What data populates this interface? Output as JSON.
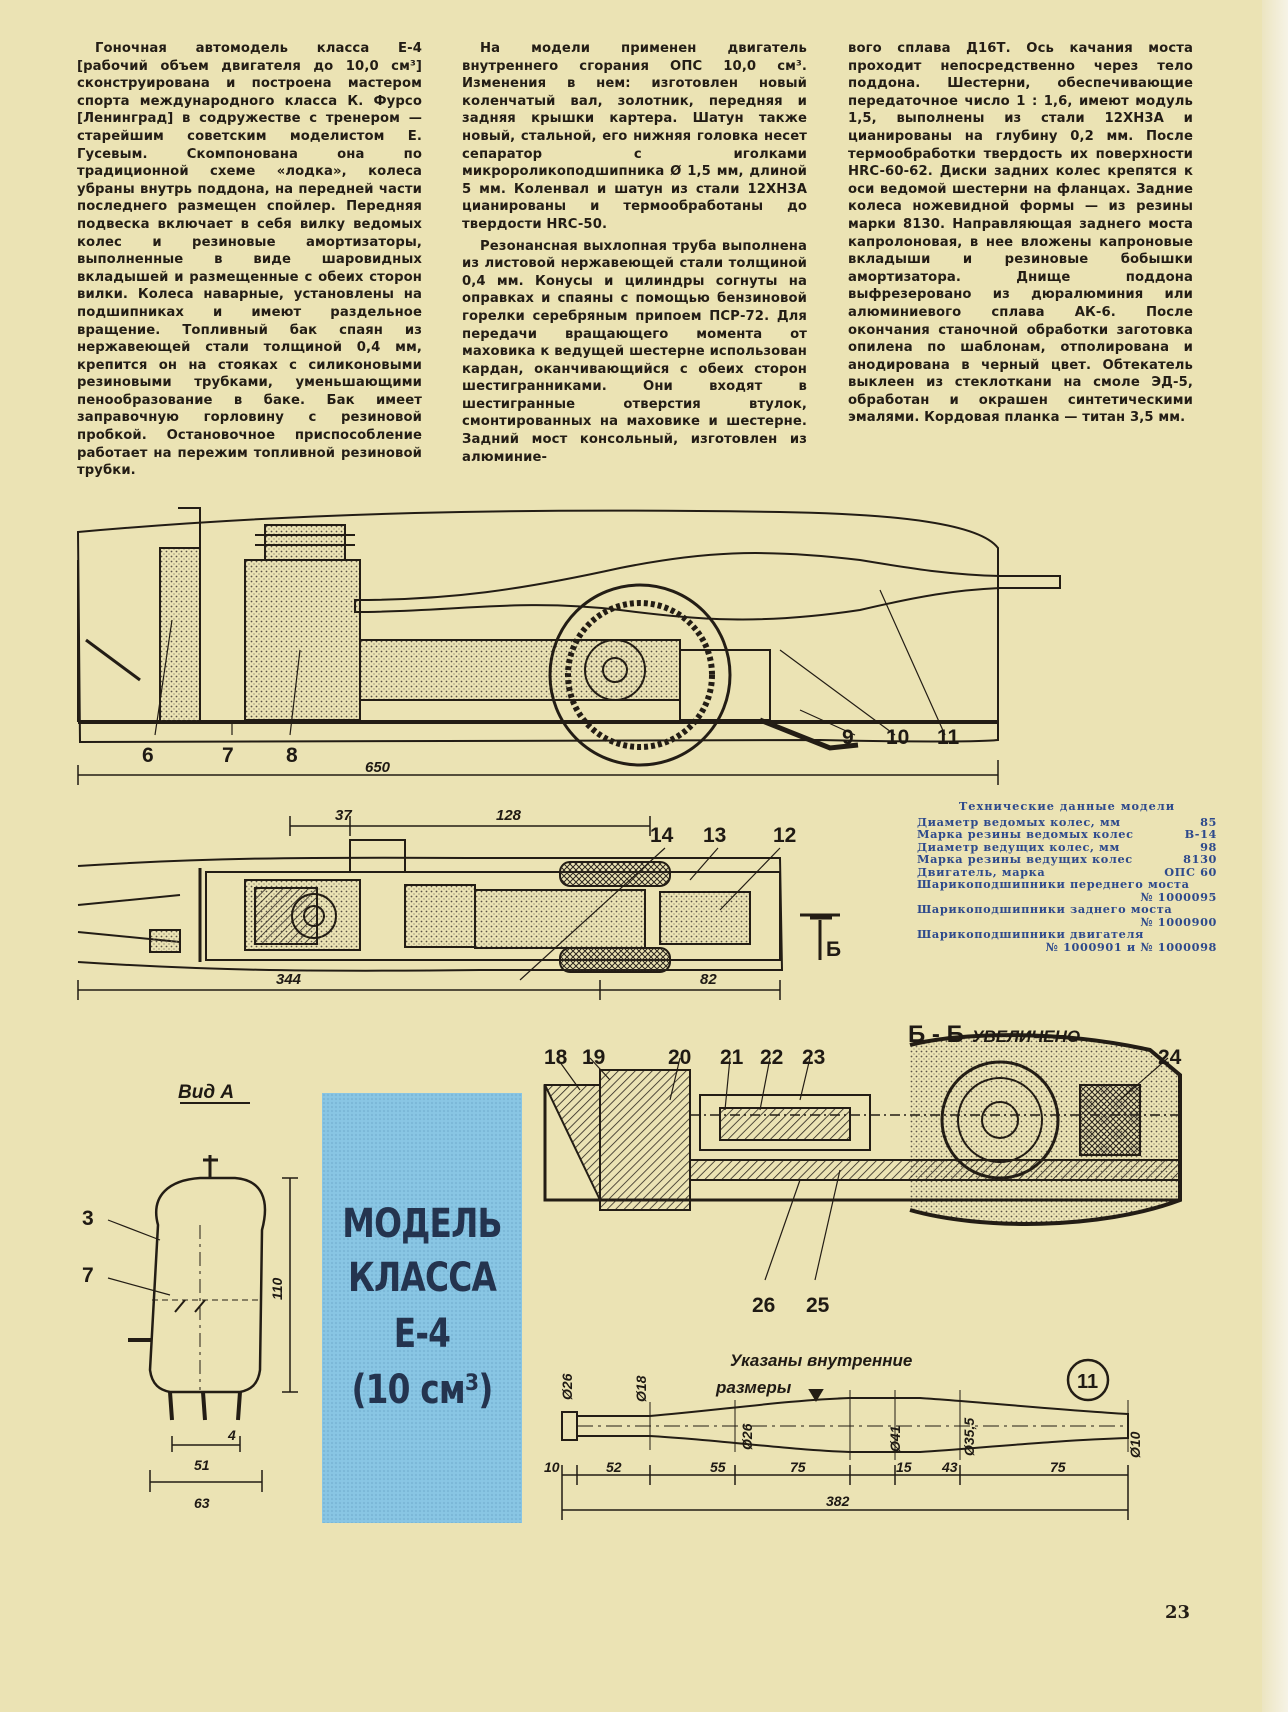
{
  "article": {
    "col1": "Гоночная автомодель класса Е-4 [рабочий объем двигателя до 10,0 см³] сконструирована и построена мастером спорта международного класса К. Фурсо [Ленинград] в содружестве с тренером — старейшим советским моделистом Е. Гусевым. Скомпонована она по традиционной схеме «лодка», колеса убраны внутрь поддона, на передней части последнего размещен спойлер. Передняя подвеска включает в себя вилку ведомых колес и резиновые амортизаторы, выполненные в виде шаровидных вкладышей и размещенные с обеих сторон вилки. Колеса наварные, установлены на подшипниках и имеют раздельное вращение. Топливный бак спаян из нержавеющей стали толщиной 0,4 мм, крепится он на стояках с силиконовыми резиновыми трубками, уменьшающими пенообразование в баке. Бак имеет заправочную горловину с резиновой пробкой. Остановочное приспособление работает на пережим топливной резиновой трубки.",
    "col2_p1": "На модели применен двигатель внутреннего сгорания ОПС 10,0 см³. Изменения в нем: изготовлен новый коленчатый вал, золотник, передняя и задняя крышки картера. Шатун также новый, стальной, его нижняя головка несет сепаратор с иголками микророликоподшипника Ø 1,5 мм, длиной 5 мм. Коленвал и шатун из стали 12ХН3А цианированы и термообработаны до твердости HRC-50.",
    "col2_p2": "Резонансная выхлопная труба выполнена из листовой нержавеющей стали толщиной 0,4 мм. Конусы и цилиндры согнуты на оправках и спаяны с помощью бензиновой горелки серебряным припоем ПСР-72. Для передачи вращающего момента от маховика к ведущей шестерне использован кардан, оканчивающийся с обеих сторон шестигранниками. Они входят в шестигранные отверстия втулок, смонтированных на маховике и шестерне. Задний мост консольный, изготовлен из алюминие-",
    "col3": "вого сплава Д16Т. Ось качания моста проходит непосредственно через тело поддона. Шестерни, обеспечивающие передаточное число 1 : 1,6, имеют модуль 1,5, выполнены из стали 12ХН3А и цианированы на глубину 0,2 мм. После термообработки твердость их поверхности HRC-60-62. Диски задних колес крепятся к оси ведомой шестерни на фланцах. Задние колеса ножевидной формы — из резины марки 8130. Направляющая заднего моста капролоновая, в нее вложены капроновые вкладыши и резиновые бобышки амортизатора. Днище поддона выфрезеровано из дюралюминия или алюминиевого сплава АК-6. После окончания станочной обработки заготовка опилена по шаблонам, отполирована и анодирована в черный цвет. Обтекатель выклеен из стеклоткани на смоле ЭД-5, обработан и окрашен синтетическими эмалями. Кордовая планка — титан 3,5 мм."
  },
  "specs": {
    "title": "Технические данные модели",
    "rows": [
      {
        "label": "Диаметр ведомых колес, мм",
        "value": "85"
      },
      {
        "label": "Марка резины ведомых колес",
        "value": "В-14"
      },
      {
        "label": "Диаметр ведущих колес, мм",
        "value": "98"
      },
      {
        "label": "Марка резины ведущих колес",
        "value": "8130"
      },
      {
        "label": "Двигатель, марка",
        "value": "ОПС 60"
      },
      {
        "label": "Шарикоподшипники переднего моста",
        "value": "№ 1000095"
      },
      {
        "label": "Шарикоподшипники заднего моста",
        "value": "№ 1000900"
      },
      {
        "label": "Шарикоподшипники двигателя",
        "value": "№ 1000901 и № 1000098"
      }
    ]
  },
  "title_box": {
    "line1": "МОДЕЛЬ",
    "line2": "КЛАССА",
    "line3": "Е-4",
    "line4": "(10 см³)",
    "color": "#89c6e4"
  },
  "drawing_side": {
    "parts": [
      "6",
      "7",
      "8",
      "9",
      "10",
      "11"
    ],
    "length": "650"
  },
  "drawing_top": {
    "parts": [
      "14",
      "13",
      "12"
    ],
    "dim_a": "37",
    "dim_b": "128",
    "dim_c": "344",
    "dim_d": "82",
    "section_mark": "Б"
  },
  "drawing_section": {
    "title": "Б - Б",
    "subtitle": "УВЕЛИЧЕНО",
    "parts_top": [
      "18",
      "19",
      "20",
      "21",
      "22",
      "23",
      "24"
    ],
    "parts_bottom": [
      "26",
      "25"
    ]
  },
  "drawing_view_a": {
    "title": "Вид А",
    "parts": [
      "3",
      "7"
    ],
    "height": "110",
    "dim_small": "4",
    "dim_mid": "51",
    "dim_width": "63"
  },
  "drawing_pipe": {
    "note_line1": "Указаны внутренние",
    "note_line2": "размеры",
    "badge": "11",
    "diameters": [
      "Ø26",
      "Ø18",
      "Ø26",
      "Ø41",
      "Ø35,5",
      "Ø10"
    ],
    "segments": [
      "10",
      "52",
      "55",
      "75",
      "15",
      "43",
      "75"
    ],
    "total": "382"
  },
  "page_number": "23"
}
